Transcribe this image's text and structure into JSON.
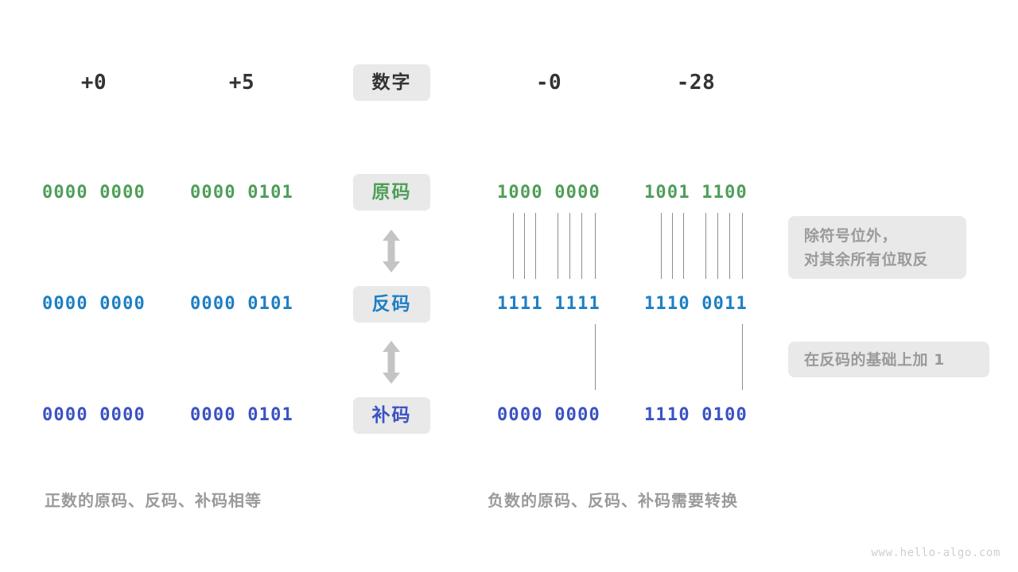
{
  "palette": {
    "background": "#ffffff",
    "badge_bg": "#e9e9e9",
    "note_bg": "#e9e9e9",
    "dark_text": "#333333",
    "muted_text": "#9a9a9a",
    "green": "#4f9e59",
    "blue": "#1d7fc4",
    "indigo": "#3b52c4",
    "line": "#8d8d8d",
    "arrow": "#c4c4c4",
    "watermark": "#cfcfcf"
  },
  "header": {
    "row_label": "数字",
    "columns": [
      {
        "value": "+0"
      },
      {
        "value": "+5"
      },
      {
        "value": "-0"
      },
      {
        "value": "-28"
      }
    ]
  },
  "rows": [
    {
      "label": "原码",
      "label_color": "green",
      "values": [
        "0000 0000",
        "0000 0101",
        "1000 0000",
        "1001 1100"
      ]
    },
    {
      "label": "反码",
      "label_color": "blue",
      "values": [
        "0000 0000",
        "0000 0101",
        "1111 1111",
        "1110 0011"
      ]
    },
    {
      "label": "补码",
      "label_color": "indigo",
      "values": [
        "0000 0000",
        "0000 0101",
        "0000 0000",
        "1110 0100"
      ]
    }
  ],
  "notes": [
    {
      "lines": [
        "除符号位外，",
        "对其余所有位取反"
      ]
    },
    {
      "lines": [
        "在反码的基础上加 1"
      ]
    }
  ],
  "captions": {
    "left": "正数的原码、反码、补码相等",
    "right": "负数的原码、反码、补码需要转换"
  },
  "arrows": {
    "icon": "double-arrow-vertical",
    "count": 2
  },
  "watermark": "www.hello-algo.com"
}
